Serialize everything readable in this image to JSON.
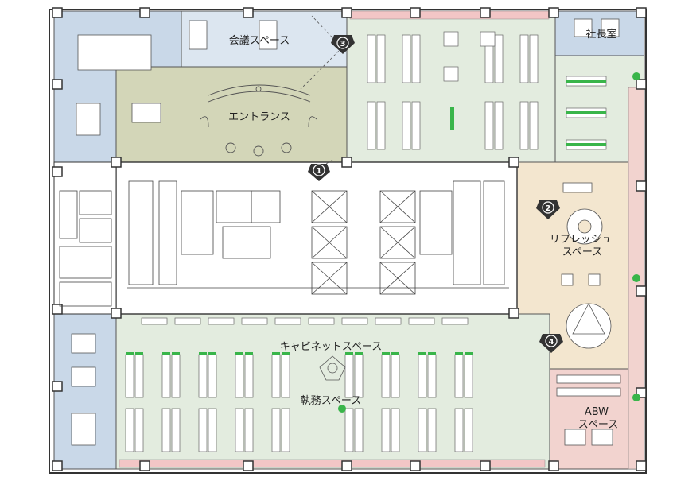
{
  "diagram": {
    "type": "office-floor-plan",
    "zones": [
      {
        "id": "meeting",
        "label": "会議スペース",
        "color": "#c9d8e8"
      },
      {
        "id": "entrance",
        "label": "エントランス",
        "color": "#d3d6b8"
      },
      {
        "id": "president",
        "label": "社長室",
        "color": "#c9d8e8"
      },
      {
        "id": "refresh",
        "label": "リフレッシュ\nスペース",
        "color": "#f3e6cf"
      },
      {
        "id": "cabinet",
        "label": "キャビネットスペース",
        "color": "#e3ecdf"
      },
      {
        "id": "work",
        "label": "執務スペース",
        "color": "#e3ecdf"
      },
      {
        "id": "abw",
        "label": "ABW\nスペース",
        "color": "#f2d3cf"
      }
    ],
    "markers": [
      {
        "num": "1"
      },
      {
        "num": "2"
      },
      {
        "num": "3"
      },
      {
        "num": "4"
      }
    ],
    "colors": {
      "wall": "#333333",
      "desk": "#ffffff",
      "desk_edge": "#666666",
      "accent_green": "#39b54a",
      "pink_strip": "#f2c6c6",
      "core": "#ffffff",
      "marker": "#333333"
    }
  }
}
